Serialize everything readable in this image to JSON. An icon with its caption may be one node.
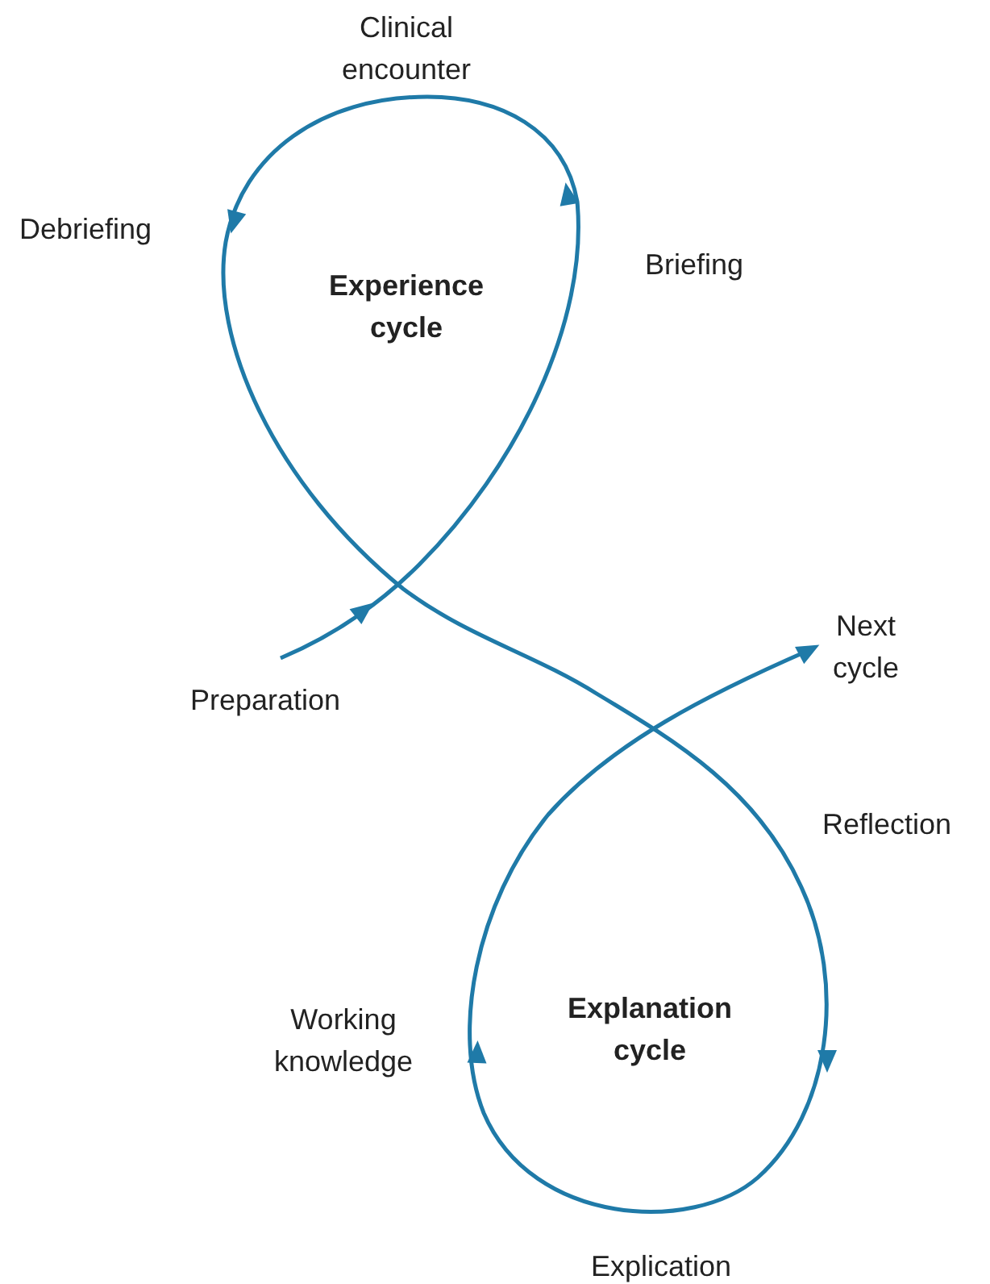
{
  "diagram": {
    "labels": [
      "Clinical encounter",
      "Debriefing",
      "Experience cycle",
      "Briefing",
      "Next cycle",
      "Preparation",
      "Reflection",
      "Working knowledge",
      "Explanation cycle",
      "Explication"
    ]
  }
}
